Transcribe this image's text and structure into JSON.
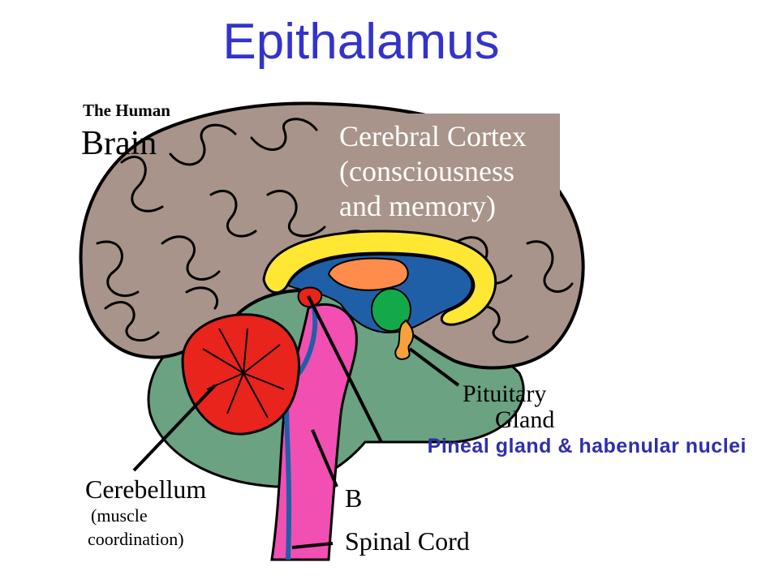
{
  "slide": {
    "title": "Epithalamus",
    "callout": "Pineal gland & habenular nuclei"
  },
  "diagram": {
    "header_small": "The Human",
    "header_large": "Brain",
    "labels": {
      "cortex_line1": "Cerebral Cortex",
      "cortex_line2": "(consciousness",
      "cortex_line3": "and memory)",
      "pituitary_line1": "Pituitary",
      "pituitary_line2": "Gland",
      "cerebellum_line1": "Cerebellum",
      "cerebellum_line2": "(muscle",
      "cerebellum_line3": "coordination)",
      "brainstem_partial": "B",
      "spinal_cord": "Spinal Cord"
    }
  },
  "colors": {
    "title": "#3333cc",
    "callout": "#2f2faa",
    "cortex": "#a8948a",
    "cerebellum": "#e8241c",
    "corpus_callosum": "#ffe733",
    "ventricle": "#1f5fa8",
    "thalamus": "#ff8c4a",
    "pituitary_region": "#13a84a",
    "brainstem": "#f24fb3",
    "underbrain": "#6aa282"
  }
}
